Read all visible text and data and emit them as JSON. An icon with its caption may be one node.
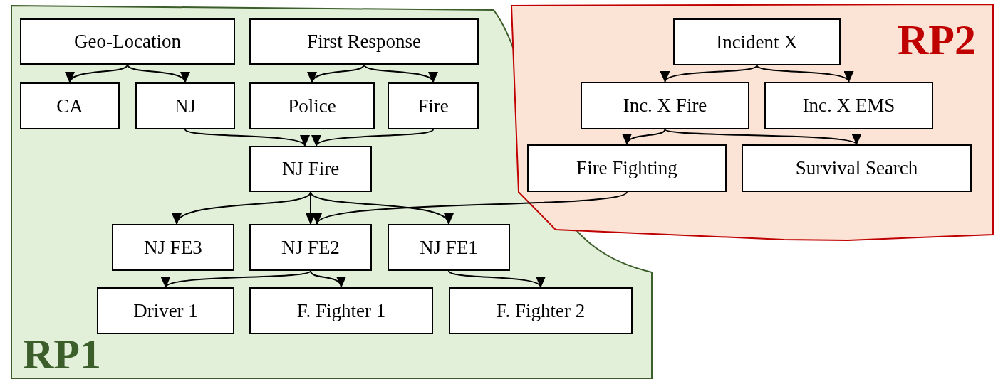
{
  "diagram": {
    "nodes": [
      {
        "text": [
          "RP1"
        ]
      },
      {
        "text": [
          "Geo-Location"
        ],
        "in": 0
      },
      {
        "text": [
          "First Response"
        ],
        "in": 0
      },
      {
        "text": [
          "CA"
        ],
        "in": 0
      },
      {
        "text": [
          "NJ"
        ],
        "in": 0
      },
      {
        "text": [
          "Police"
        ],
        "in": 0
      },
      {
        "text": [
          "Fire"
        ],
        "in": 0
      },
      {
        "text": [
          "NJ Fire"
        ],
        "in": 0
      },
      {
        "text": [
          "NJ FE3"
        ],
        "in": 0
      },
      {
        "text": [
          "NJ FE2"
        ],
        "in": 0
      },
      {
        "text": [
          "NJ FE1"
        ],
        "in": 0
      },
      {
        "text": [
          "Driver 1"
        ],
        "in": 0
      },
      {
        "text": [
          "F. Fighter 1"
        ],
        "in": 0
      },
      {
        "text": [
          "F. Fighter 2"
        ],
        "in": 0
      },
      {
        "text": [
          "RP2"
        ]
      },
      {
        "text": [
          "Incident X"
        ],
        "in": 14
      },
      {
        "text": [
          "Inc. X Fire"
        ],
        "in": 14
      },
      {
        "text": [
          "Inc. X EMS"
        ],
        "in": 14
      },
      {
        "text": [
          "Fire Fighting"
        ],
        "in": 14
      },
      {
        "text": [
          "Survival Search"
        ],
        "in": 14
      }
    ],
    "edges": [
      {
        "from": 1,
        "to": 3,
        "arrow": "to"
      },
      {
        "from": 1,
        "to": 4,
        "arrow": "to"
      },
      {
        "from": 2,
        "to": 5,
        "arrow": "to"
      },
      {
        "from": 2,
        "to": 6,
        "arrow": "to"
      },
      {
        "from": 4,
        "to": 7,
        "arrow": "to"
      },
      {
        "from": 6,
        "to": 7,
        "arrow": "to"
      },
      {
        "from": 7,
        "to": 8,
        "arrow": "to"
      },
      {
        "from": 7,
        "to": 9,
        "arrow": "to"
      },
      {
        "from": 7,
        "to": 10,
        "arrow": "to"
      },
      {
        "from": 18,
        "to": 9,
        "arrow": "to"
      },
      {
        "from": 9,
        "to": 11,
        "arrow": "to"
      },
      {
        "from": 9,
        "to": 12,
        "arrow": "to"
      },
      {
        "from": 10,
        "to": 13,
        "arrow": "to"
      },
      {
        "from": 15,
        "to": 16,
        "arrow": "to"
      },
      {
        "from": 15,
        "to": 17,
        "arrow": "to"
      },
      {
        "from": 16,
        "to": 18,
        "arrow": "to"
      },
      {
        "from": 16,
        "to": 19,
        "arrow": "to"
      }
    ]
  }
}
